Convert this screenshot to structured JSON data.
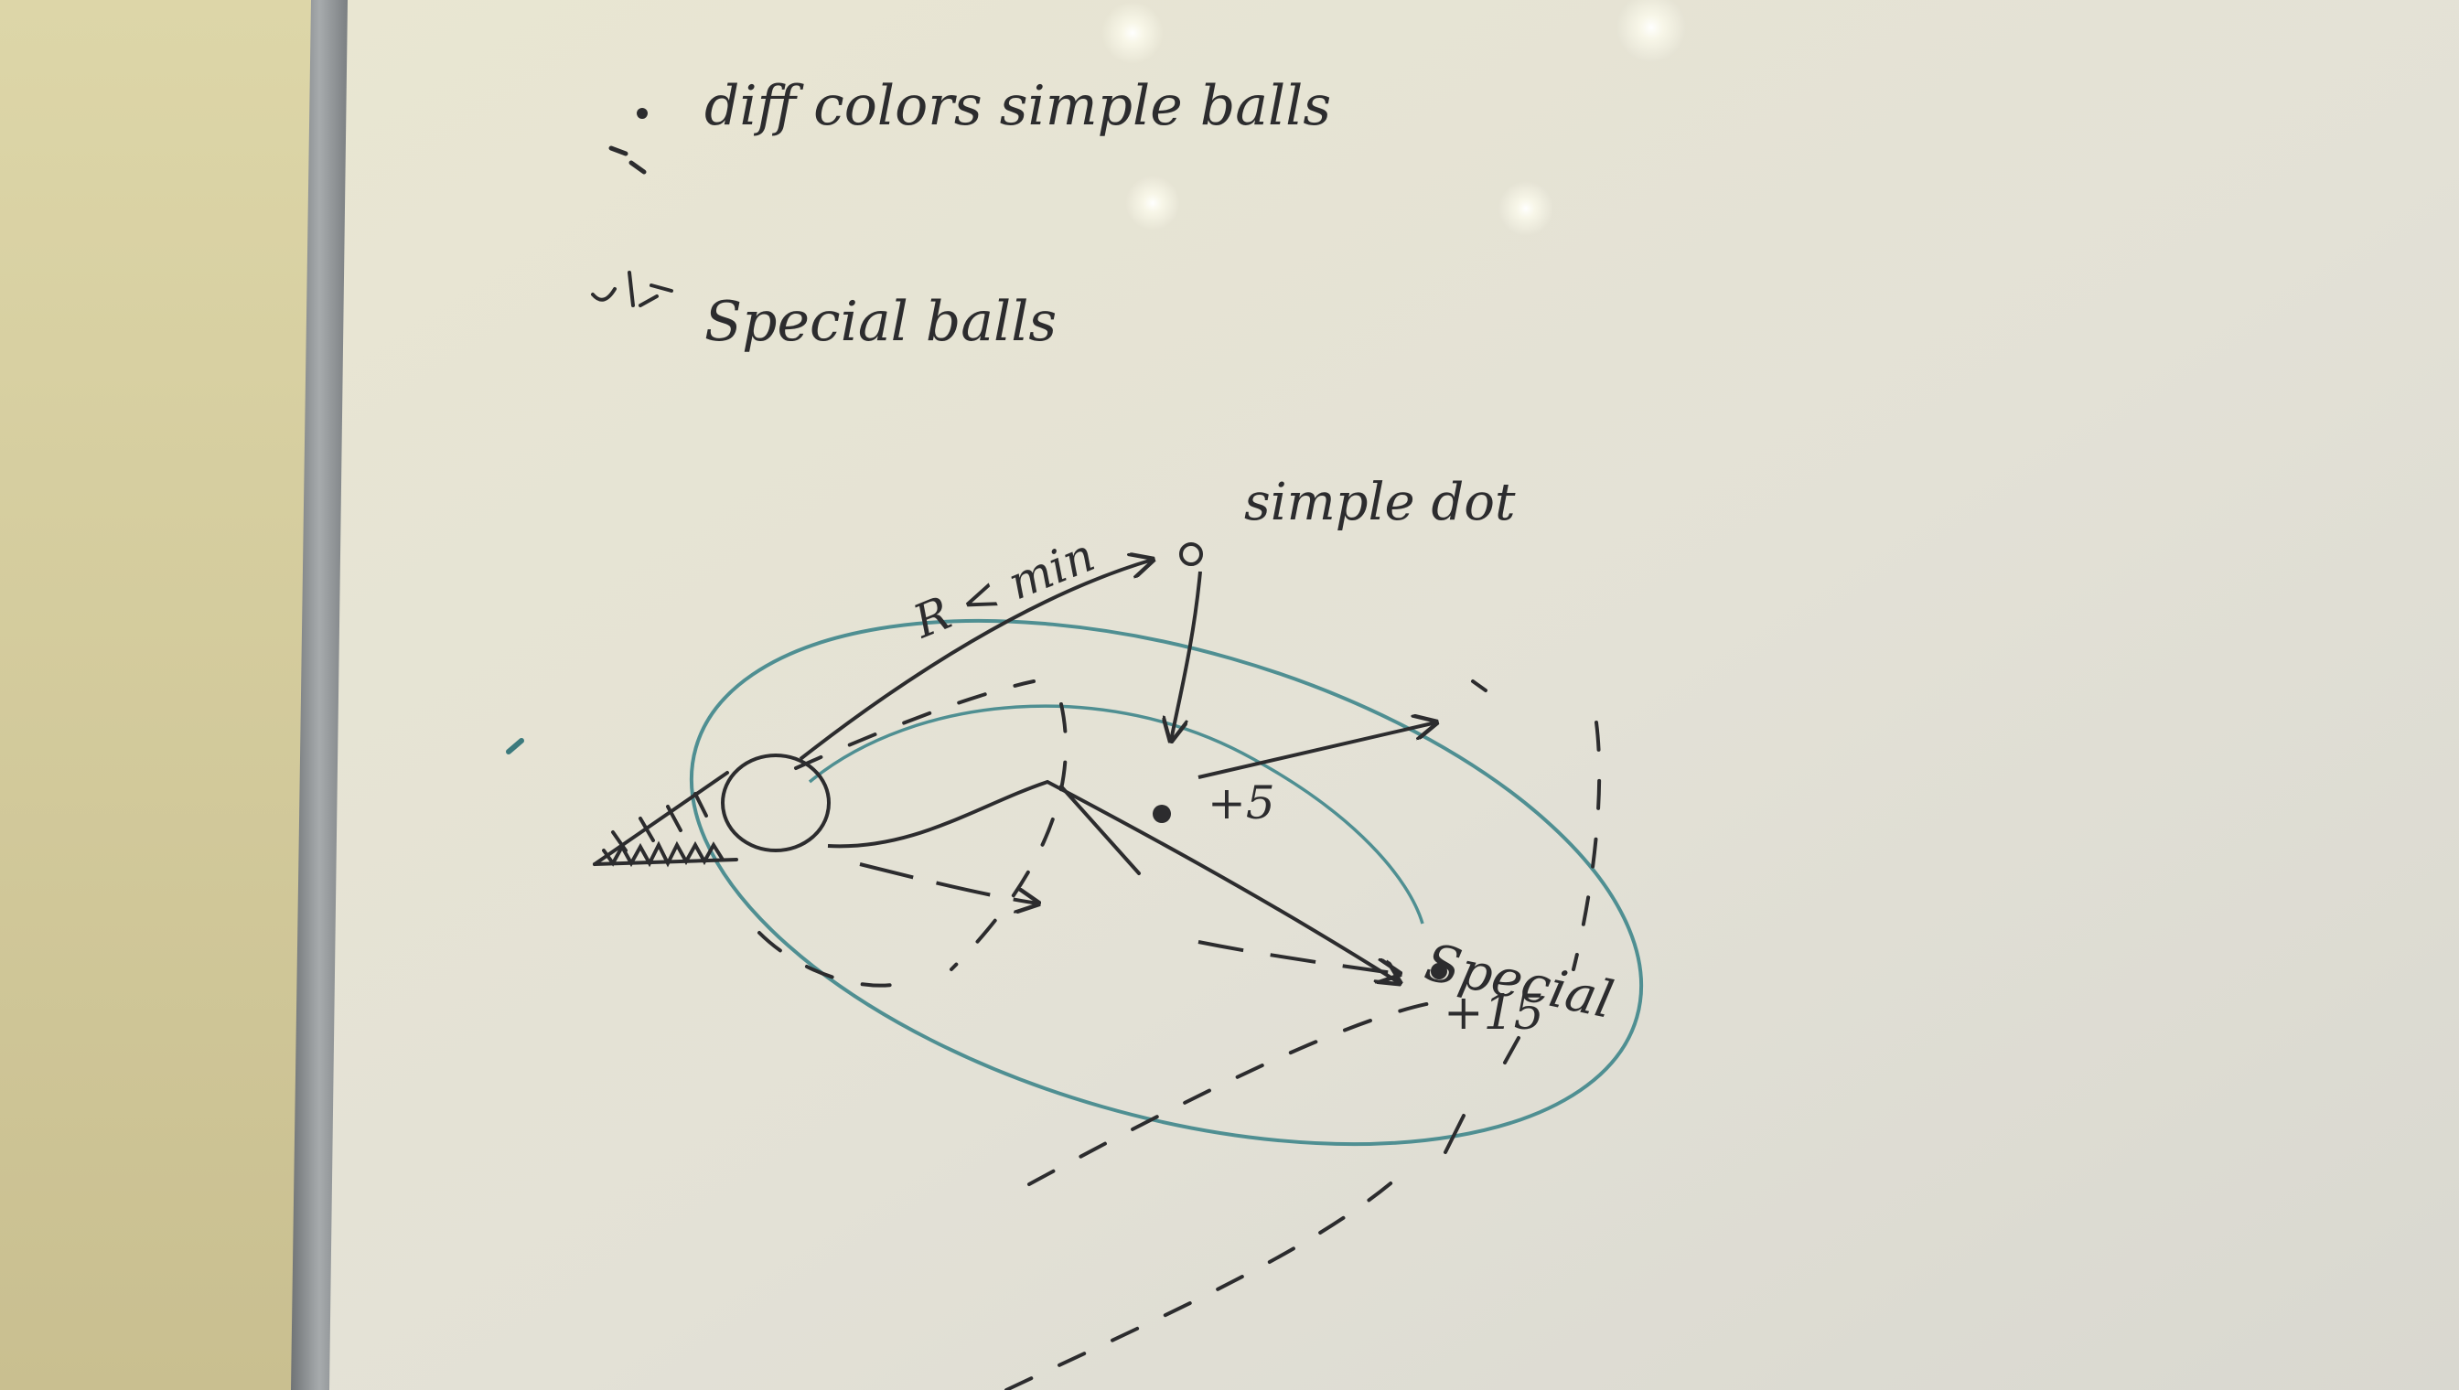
{
  "photo": {
    "subject": "whiteboard",
    "wall_color": "#d7cfa2",
    "board_color": "#e6e3d4",
    "frame_color": "#8d9194",
    "marker_black": "#2c2c2e",
    "marker_teal": "#4f8f92"
  },
  "notes": {
    "line1": "diff colors simple balls",
    "line2": "Special balls"
  },
  "diagram": {
    "simple_dot_label": "simple dot",
    "range_label": "R < min",
    "simple_points": "+5",
    "special_label": "Special",
    "special_points": "+15"
  }
}
